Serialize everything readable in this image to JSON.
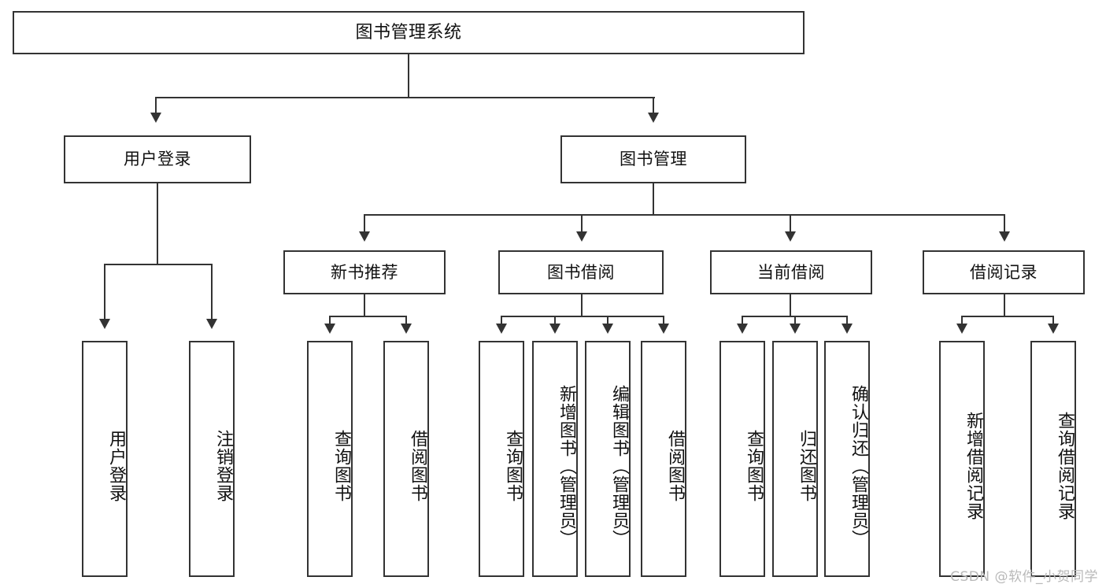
{
  "diagram": {
    "title": "图书管理系统",
    "type": "hierarchy-tree",
    "watermark": "CSDN @软件_小贺同学",
    "colors": {
      "stroke": "#333333",
      "background": "#ffffff",
      "text": "#111111",
      "watermark": "#b9b9b9"
    },
    "nodes": {
      "root": {
        "label": "图书管理系统",
        "orientation": "horizontal"
      },
      "level2": [
        {
          "id": "user-login",
          "label": "用户登录",
          "orientation": "horizontal"
        },
        {
          "id": "book-management",
          "label": "图书管理",
          "orientation": "horizontal"
        }
      ],
      "level3": [
        {
          "id": "new-book-recommend",
          "label": "新书推荐",
          "orientation": "horizontal"
        },
        {
          "id": "book-borrow",
          "label": "图书借阅",
          "orientation": "horizontal"
        },
        {
          "id": "current-borrow",
          "label": "当前借阅",
          "orientation": "horizontal"
        },
        {
          "id": "borrow-record",
          "label": "借阅记录",
          "orientation": "horizontal"
        }
      ],
      "leaves": [
        {
          "id": "leaf-user-login",
          "label": "用户登录",
          "parent": "user-login",
          "orientation": "vertical"
        },
        {
          "id": "leaf-user-logout",
          "label": "注销登录",
          "parent": "user-login",
          "orientation": "vertical"
        },
        {
          "id": "leaf-query-book-1",
          "label": "查询图书",
          "parent": "new-book-recommend",
          "orientation": "vertical"
        },
        {
          "id": "leaf-borrow-book-1",
          "label": "借阅图书",
          "parent": "new-book-recommend",
          "orientation": "vertical"
        },
        {
          "id": "leaf-query-book-2",
          "label": "查询图书",
          "parent": "book-borrow",
          "orientation": "vertical"
        },
        {
          "id": "leaf-add-book",
          "label": "新增图书（管理员）",
          "parent": "book-borrow",
          "orientation": "vertical"
        },
        {
          "id": "leaf-edit-book",
          "label": "编辑图书（管理员）",
          "parent": "book-borrow",
          "orientation": "vertical"
        },
        {
          "id": "leaf-borrow-book-2",
          "label": "借阅图书",
          "parent": "book-borrow",
          "orientation": "vertical"
        },
        {
          "id": "leaf-query-book-3",
          "label": "查询图书",
          "parent": "current-borrow",
          "orientation": "vertical"
        },
        {
          "id": "leaf-return-book",
          "label": "归还图书",
          "parent": "current-borrow",
          "orientation": "vertical"
        },
        {
          "id": "leaf-confirm-return",
          "label": "确认归还（管理员）",
          "parent": "current-borrow",
          "orientation": "vertical"
        },
        {
          "id": "leaf-add-record",
          "label": "新增借阅记录",
          "parent": "borrow-record",
          "orientation": "vertical"
        },
        {
          "id": "leaf-query-record",
          "label": "查询借阅记录",
          "parent": "borrow-record",
          "orientation": "vertical"
        }
      ]
    }
  }
}
